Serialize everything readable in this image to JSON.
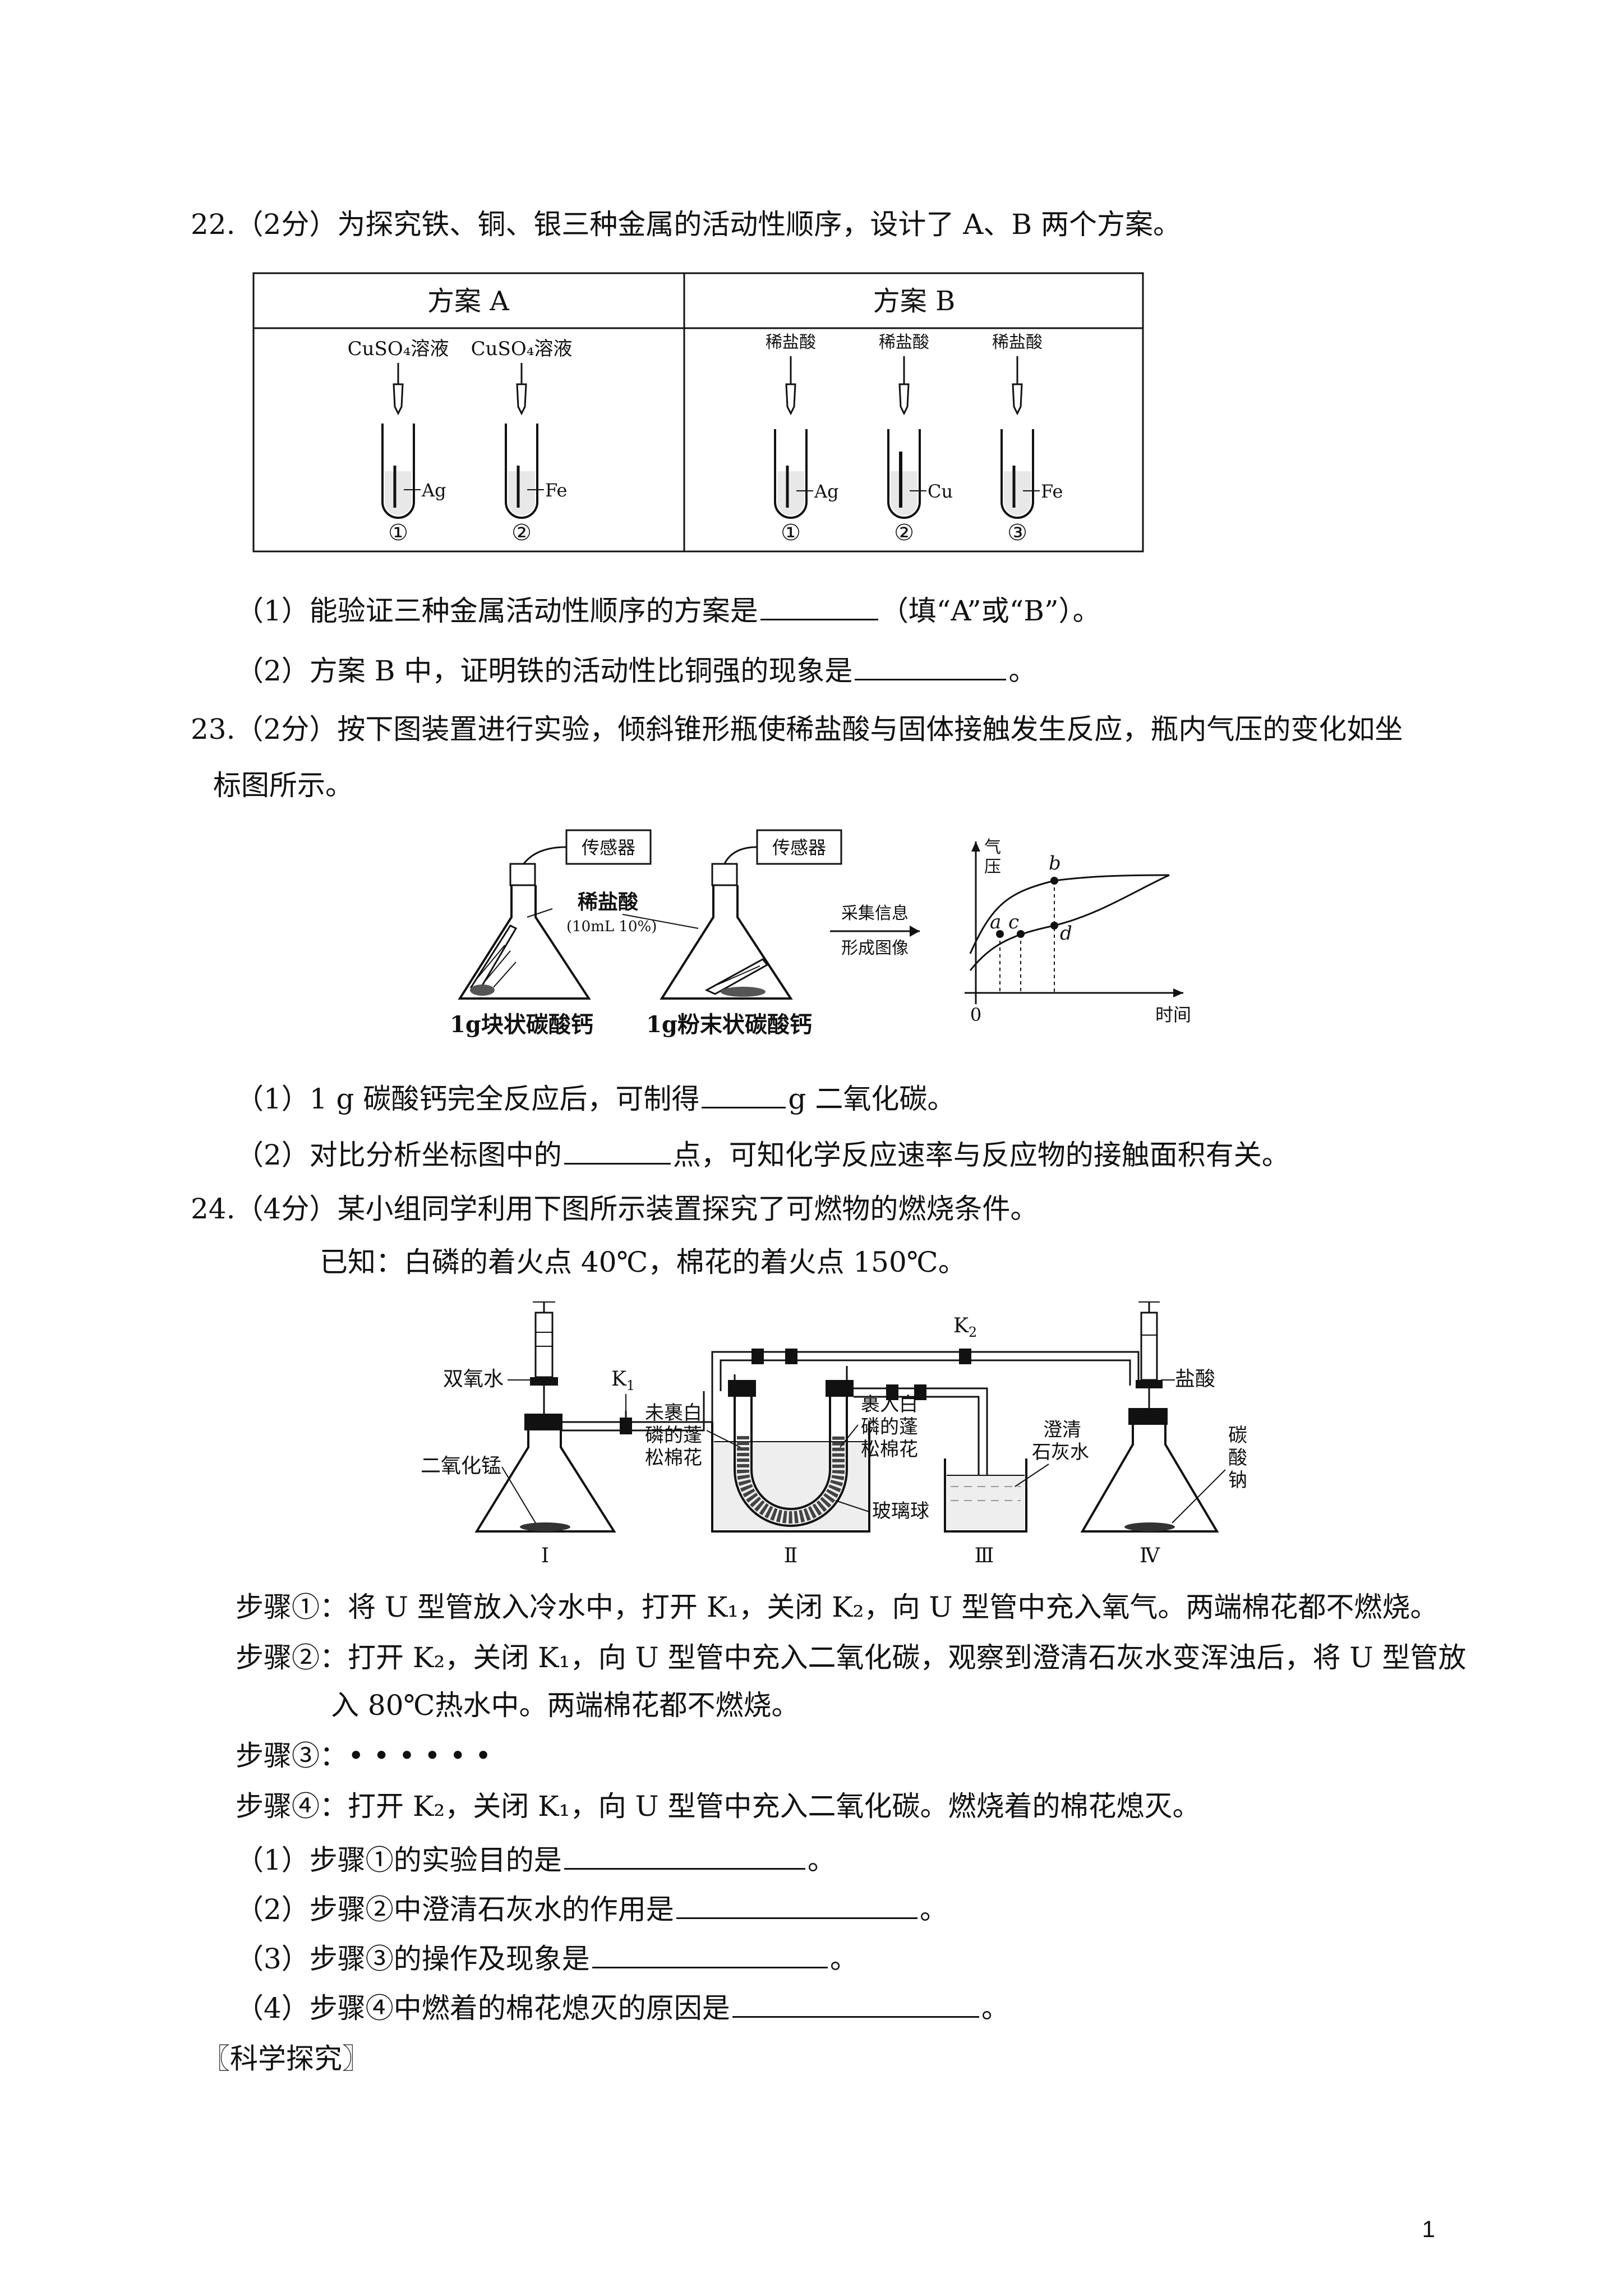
{
  "q22": {
    "stem": "22.（2分）为探究铁、铜、银三种金属的活动性顺序，设计了 A、B 两个方案。",
    "table": {
      "headA": "方案 A",
      "headB": "方案 B",
      "reagentA": "CuSO₄溶液",
      "reagentB": "稀盐酸",
      "tubesA": [
        {
          "num": "①",
          "metal": "Ag"
        },
        {
          "num": "②",
          "metal": "Fe"
        }
      ],
      "tubesB": [
        {
          "num": "①",
          "metal": "Ag"
        },
        {
          "num": "②",
          "metal": "Cu"
        },
        {
          "num": "③",
          "metal": "Fe"
        }
      ]
    },
    "sub1_pre": "（1）能验证三种金属活动性顺序的方案是",
    "sub1_post": "（填“A”或“B”）。",
    "sub2_pre": "（2）方案 B 中，证明铁的活动性比铜强的现象是",
    "sub2_post": "。"
  },
  "q23": {
    "stem1": "23.（2分）按下图装置进行实验，倾斜锥形瓶使稀盐酸与固体接触发生反应，瓶内气压的变化如坐",
    "stem2": "标图所示。",
    "fig": {
      "sensor": "传感器",
      "acid": "稀盐酸",
      "acid_conc": "(10mL 10%)",
      "flask1": "1g块状碳酸钙",
      "flask2": "1g粉末状碳酸钙",
      "arrow_top": "采集信息",
      "arrow_bottom": "形成图像",
      "y_axis_1": "气",
      "y_axis_2": "压",
      "x_axis": "时间",
      "origin": "0",
      "points": [
        "a",
        "b",
        "c",
        "d"
      ]
    },
    "sub1_pre": "（1）1 g 碳酸钙完全反应后，可制得",
    "sub1_post": "g 二氧化碳。",
    "sub2_pre": "（2）对比分析坐标图中的",
    "sub2_post": "点，可知化学反应速率与反应物的接触面积有关。"
  },
  "q24": {
    "stem": "24.（4分）某小组同学利用下图所示装置探究了可燃物的燃烧条件。",
    "known": "已知：白磷的着火点 40℃，棉花的着火点 150℃。",
    "fig": {
      "h2o2": "双氧水",
      "mno2": "二氧化锰",
      "k1": "K",
      "k1_sub": "1",
      "k2": "K",
      "k2_sub": "2",
      "left_cotton": [
        "未裹白",
        "磷的蓬",
        "松棉花"
      ],
      "right_cotton": [
        "裹入白",
        "磷的蓬",
        "松棉花"
      ],
      "glass_beads": "玻璃球",
      "limewater": [
        "澄清",
        "石灰水"
      ],
      "hcl": "盐酸",
      "na2co3": [
        "碳",
        "酸",
        "钠"
      ],
      "labels": [
        "Ⅰ",
        "Ⅱ",
        "Ⅲ",
        "Ⅳ"
      ]
    },
    "step1": "步骤①：将 U 型管放入冷水中，打开 K₁，关闭 K₂，向 U 型管中充入氧气。两端棉花都不燃烧。",
    "step2a": "步骤②：打开 K₂，关闭 K₁，向 U 型管中充入二氧化碳，观察到澄清石灰水变浑浊后，将 U 型管放",
    "step2b": "入 80℃热水中。两端棉花都不燃烧。",
    "step3": "步骤③：• • • • • •",
    "step4": "步骤④：打开 K₂，关闭 K₁，向 U 型管中充入二氧化碳。燃烧着的棉花熄灭。",
    "sub1_pre": "（1）步骤①的实验目的是",
    "sub1_post": "。",
    "sub2_pre": "（2）步骤②中澄清石灰水的作用是",
    "sub2_post": "。",
    "sub3_pre": "（3）步骤③的操作及现象是",
    "sub3_post": "。",
    "sub4_pre": "（4）步骤④中燃着的棉花熄灭的原因是",
    "sub4_post": "。"
  },
  "section": "〖科学探究〗",
  "page_number": "1"
}
